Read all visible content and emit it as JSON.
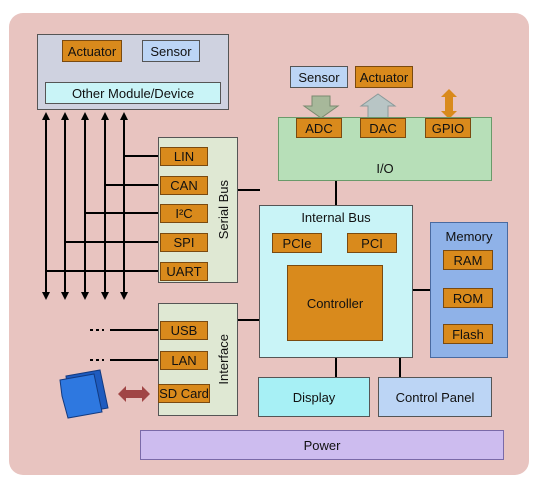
{
  "external": {
    "module_label": "Other Module/Device",
    "actuator": "Actuator",
    "sensor": "Sensor"
  },
  "io": {
    "sensor": "Sensor",
    "actuator": "Actuator",
    "adc": "ADC",
    "dac": "DAC",
    "gpio": "GPIO",
    "label": "I/O"
  },
  "serial_bus": {
    "label": "Serial Bus",
    "items": [
      "LIN",
      "CAN",
      "I²C",
      "SPI",
      "UART"
    ]
  },
  "interface": {
    "label": "Interface",
    "items": [
      "USB",
      "LAN",
      "SD Card"
    ]
  },
  "core": {
    "internal_bus": "Internal Bus",
    "pcie": "PCIe",
    "pci": "PCI",
    "controller": "Controller"
  },
  "memory": {
    "label": "Memory",
    "items": [
      "RAM",
      "ROM",
      "Flash"
    ]
  },
  "display": "Display",
  "control_panel": "Control Panel",
  "power": "Power"
}
